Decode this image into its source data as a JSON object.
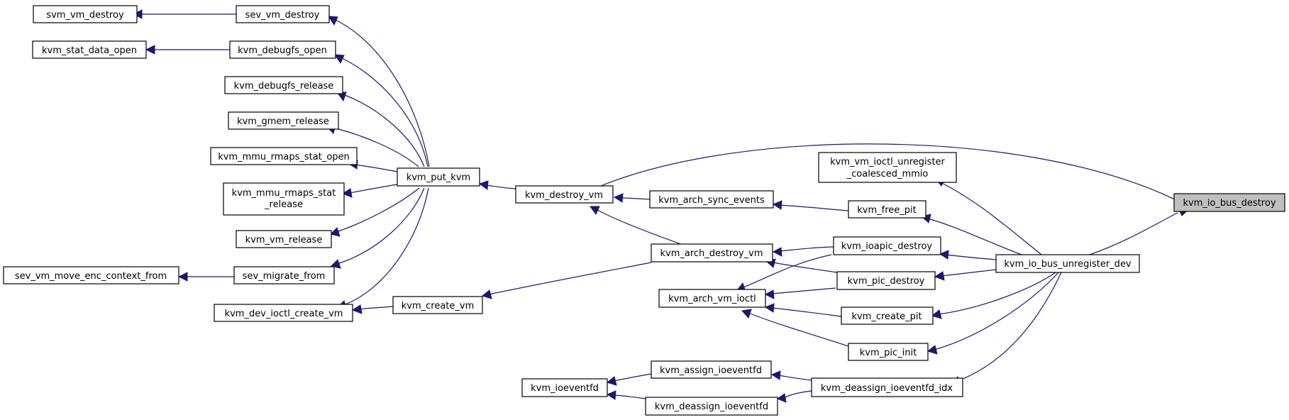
{
  "graph": {
    "root": "io_bus_destroy",
    "nodes": [
      {
        "id": "svm_vm_destroy",
        "lines": [
          "svm_vm_destroy"
        ]
      },
      {
        "id": "sev_vm_destroy",
        "lines": [
          "sev_vm_destroy"
        ]
      },
      {
        "id": "kvm_stat_data_open",
        "lines": [
          "kvm_stat_data_open"
        ]
      },
      {
        "id": "kvm_debugfs_open",
        "lines": [
          "kvm_debugfs_open"
        ]
      },
      {
        "id": "kvm_debugfs_release",
        "lines": [
          "kvm_debugfs_release"
        ]
      },
      {
        "id": "kvm_gmem_release",
        "lines": [
          "kvm_gmem_release"
        ]
      },
      {
        "id": "kvm_mmu_rmaps_stat_open",
        "lines": [
          "kvm_mmu_rmaps_stat_open"
        ]
      },
      {
        "id": "kvm_mmu_rmaps_stat_release",
        "lines": [
          "kvm_mmu_rmaps_stat",
          "_release"
        ]
      },
      {
        "id": "kvm_vm_release",
        "lines": [
          "kvm_vm_release"
        ]
      },
      {
        "id": "sev_vm_move_enc_context_from",
        "lines": [
          "sev_vm_move_enc_context_from"
        ]
      },
      {
        "id": "sev_migrate_from",
        "lines": [
          "sev_migrate_from"
        ]
      },
      {
        "id": "kvm_dev_ioctl_create_vm",
        "lines": [
          "kvm_dev_ioctl_create_vm"
        ]
      },
      {
        "id": "kvm_create_vm",
        "lines": [
          "kvm_create_vm"
        ]
      },
      {
        "id": "kvm_put_kvm",
        "lines": [
          "kvm_put_kvm"
        ]
      },
      {
        "id": "kvm_destroy_vm",
        "lines": [
          "kvm_destroy_vm"
        ]
      },
      {
        "id": "kvm_arch_sync_events",
        "lines": [
          "kvm_arch_sync_events"
        ]
      },
      {
        "id": "kvm_arch_destroy_vm",
        "lines": [
          "kvm_arch_destroy_vm"
        ]
      },
      {
        "id": "kvm_arch_vm_ioctl",
        "lines": [
          "kvm_arch_vm_ioctl"
        ]
      },
      {
        "id": "kvm_ioeventfd",
        "lines": [
          "kvm_ioeventfd"
        ]
      },
      {
        "id": "kvm_assign_ioeventfd",
        "lines": [
          "kvm_assign_ioeventfd"
        ]
      },
      {
        "id": "kvm_deassign_ioeventfd",
        "lines": [
          "kvm_deassign_ioeventfd"
        ]
      },
      {
        "id": "kvm_vm_ioctl_unregister_coalesced_mmio",
        "lines": [
          "kvm_vm_ioctl_unregister",
          "_coalesced_mmio"
        ]
      },
      {
        "id": "kvm_free_pit",
        "lines": [
          "kvm_free_pit"
        ]
      },
      {
        "id": "kvm_ioapic_destroy",
        "lines": [
          "kvm_ioapic_destroy"
        ]
      },
      {
        "id": "kvm_pic_destroy",
        "lines": [
          "kvm_pic_destroy"
        ]
      },
      {
        "id": "kvm_create_pit",
        "lines": [
          "kvm_create_pit"
        ]
      },
      {
        "id": "kvm_pic_init",
        "lines": [
          "kvm_pic_init"
        ]
      },
      {
        "id": "kvm_deassign_ioeventfd_idx",
        "lines": [
          "kvm_deassign_ioeventfd_idx"
        ]
      },
      {
        "id": "kvm_io_bus_unregister_dev",
        "lines": [
          "kvm_io_bus_unregister_dev"
        ]
      },
      {
        "id": "io_bus_destroy",
        "lines": [
          "kvm_io_bus_destroy"
        ]
      }
    ],
    "edges": [
      {
        "from": "io_bus_destroy",
        "to": "kvm_destroy_vm"
      },
      {
        "from": "io_bus_destroy",
        "to": "kvm_io_bus_unregister_dev"
      },
      {
        "from": "kvm_io_bus_unregister_dev",
        "to": "kvm_vm_ioctl_unregister_coalesced_mmio"
      },
      {
        "from": "kvm_io_bus_unregister_dev",
        "to": "kvm_free_pit"
      },
      {
        "from": "kvm_io_bus_unregister_dev",
        "to": "kvm_ioapic_destroy"
      },
      {
        "from": "kvm_io_bus_unregister_dev",
        "to": "kvm_pic_destroy"
      },
      {
        "from": "kvm_io_bus_unregister_dev",
        "to": "kvm_create_pit"
      },
      {
        "from": "kvm_io_bus_unregister_dev",
        "to": "kvm_pic_init"
      },
      {
        "from": "kvm_io_bus_unregister_dev",
        "to": "kvm_deassign_ioeventfd_idx"
      },
      {
        "from": "kvm_free_pit",
        "to": "kvm_arch_sync_events"
      },
      {
        "from": "kvm_ioapic_destroy",
        "to": "kvm_arch_destroy_vm"
      },
      {
        "from": "kvm_ioapic_destroy",
        "to": "kvm_arch_vm_ioctl"
      },
      {
        "from": "kvm_pic_destroy",
        "to": "kvm_arch_destroy_vm"
      },
      {
        "from": "kvm_pic_destroy",
        "to": "kvm_arch_vm_ioctl"
      },
      {
        "from": "kvm_create_pit",
        "to": "kvm_arch_vm_ioctl"
      },
      {
        "from": "kvm_pic_init",
        "to": "kvm_arch_vm_ioctl"
      },
      {
        "from": "kvm_deassign_ioeventfd_idx",
        "to": "kvm_assign_ioeventfd"
      },
      {
        "from": "kvm_deassign_ioeventfd_idx",
        "to": "kvm_deassign_ioeventfd"
      },
      {
        "from": "kvm_assign_ioeventfd",
        "to": "kvm_ioeventfd"
      },
      {
        "from": "kvm_deassign_ioeventfd",
        "to": "kvm_ioeventfd"
      },
      {
        "from": "kvm_arch_sync_events",
        "to": "kvm_destroy_vm"
      },
      {
        "from": "kvm_arch_destroy_vm",
        "to": "kvm_destroy_vm"
      },
      {
        "from": "kvm_arch_destroy_vm",
        "to": "kvm_create_vm"
      },
      {
        "from": "kvm_destroy_vm",
        "to": "kvm_put_kvm"
      },
      {
        "from": "kvm_create_vm",
        "to": "kvm_dev_ioctl_create_vm"
      },
      {
        "from": "kvm_put_kvm",
        "to": "sev_vm_destroy"
      },
      {
        "from": "kvm_put_kvm",
        "to": "kvm_debugfs_open"
      },
      {
        "from": "kvm_put_kvm",
        "to": "kvm_debugfs_release"
      },
      {
        "from": "kvm_put_kvm",
        "to": "kvm_gmem_release"
      },
      {
        "from": "kvm_put_kvm",
        "to": "kvm_mmu_rmaps_stat_open"
      },
      {
        "from": "kvm_put_kvm",
        "to": "kvm_mmu_rmaps_stat_release"
      },
      {
        "from": "kvm_put_kvm",
        "to": "kvm_vm_release"
      },
      {
        "from": "kvm_put_kvm",
        "to": "sev_migrate_from"
      },
      {
        "from": "kvm_put_kvm",
        "to": "kvm_dev_ioctl_create_vm"
      },
      {
        "from": "sev_vm_destroy",
        "to": "svm_vm_destroy"
      },
      {
        "from": "kvm_debugfs_open",
        "to": "kvm_stat_data_open"
      },
      {
        "from": "sev_migrate_from",
        "to": "sev_vm_move_enc_context_from"
      }
    ]
  }
}
